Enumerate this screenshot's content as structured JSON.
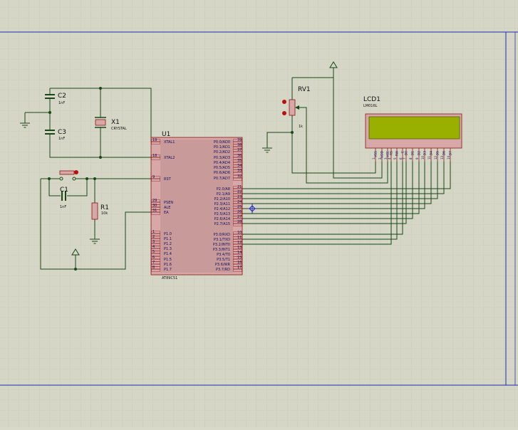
{
  "colors": {
    "background": "#d6d6c6",
    "grid": "#c3c3b0",
    "sheet_border": "#1f2bb0",
    "wire": "#184818",
    "component_body": "#d8a8a8",
    "component_outline": "#8a1515",
    "lcd_screen": "#9ab000",
    "pin_text": "#101060"
  },
  "components": {
    "c2": {
      "ref": "C2",
      "value": "1nF"
    },
    "c3": {
      "ref": "C3",
      "value": "1nF"
    },
    "x1": {
      "ref": "X1",
      "value": "CRYSTAL"
    },
    "c1": {
      "ref": "C1",
      "value": "1nF"
    },
    "r1": {
      "ref": "R1",
      "value": "10k"
    },
    "rv1": {
      "ref": "RV1",
      "value": "1k"
    },
    "lcd1": {
      "ref": "LCD1",
      "value": "LM016L"
    },
    "u1": {
      "ref": "U1",
      "value": "AT89C51"
    }
  },
  "u1_left_pins": [
    {
      "num": "19",
      "name": "XTAL1"
    },
    {
      "num": "18",
      "name": "XTAL2"
    },
    {
      "num": "9",
      "name": "RST"
    },
    {
      "num": "29",
      "name": "PSEN"
    },
    {
      "num": "30",
      "name": "ALE"
    },
    {
      "num": "31",
      "name": "EA"
    },
    {
      "num": "1",
      "name": "P1.0"
    },
    {
      "num": "2",
      "name": "P1.1"
    },
    {
      "num": "3",
      "name": "P1.2"
    },
    {
      "num": "4",
      "name": "P1.3"
    },
    {
      "num": "5",
      "name": "P1.4"
    },
    {
      "num": "6",
      "name": "P1.5"
    },
    {
      "num": "7",
      "name": "P1.6"
    },
    {
      "num": "8",
      "name": "P1.7"
    }
  ],
  "u1_right_pins": [
    {
      "num": "39",
      "name": "P0.0/AD0"
    },
    {
      "num": "38",
      "name": "P0.1/AD1"
    },
    {
      "num": "37",
      "name": "P0.2/AD2"
    },
    {
      "num": "36",
      "name": "P0.3/AD3"
    },
    {
      "num": "35",
      "name": "P0.4/AD4"
    },
    {
      "num": "34",
      "name": "P0.5/AD5"
    },
    {
      "num": "33",
      "name": "P0.6/AD6"
    },
    {
      "num": "32",
      "name": "P0.7/AD7"
    },
    {
      "num": "21",
      "name": "P2.0/A8"
    },
    {
      "num": "22",
      "name": "P2.1/A9"
    },
    {
      "num": "23",
      "name": "P2.2/A10"
    },
    {
      "num": "24",
      "name": "P2.3/A11"
    },
    {
      "num": "25",
      "name": "P2.4/A12"
    },
    {
      "num": "26",
      "name": "P2.5/A13"
    },
    {
      "num": "27",
      "name": "P2.6/A14"
    },
    {
      "num": "28",
      "name": "P2.7/A15"
    },
    {
      "num": "10",
      "name": "P3.0/RXD"
    },
    {
      "num": "11",
      "name": "P3.1/TXD"
    },
    {
      "num": "12",
      "name": "P3.2/INT0"
    },
    {
      "num": "13",
      "name": "P3.3/INT1"
    },
    {
      "num": "14",
      "name": "P3.4/T0"
    },
    {
      "num": "15",
      "name": "P3.5/T1"
    },
    {
      "num": "16",
      "name": "P3.6/WR"
    },
    {
      "num": "17",
      "name": "P3.7/RD"
    }
  ],
  "lcd_pins": [
    {
      "num": "1",
      "name": "VSS"
    },
    {
      "num": "2",
      "name": "VDD"
    },
    {
      "num": "3",
      "name": "VEE"
    },
    {
      "num": "4",
      "name": "RS"
    },
    {
      "num": "5",
      "name": "RW"
    },
    {
      "num": "6",
      "name": "E"
    },
    {
      "num": "7",
      "name": "D0"
    },
    {
      "num": "8",
      "name": "D1"
    },
    {
      "num": "9",
      "name": "D2"
    },
    {
      "num": "10",
      "name": "D3"
    },
    {
      "num": "11",
      "name": "D4"
    },
    {
      "num": "12",
      "name": "D5"
    },
    {
      "num": "13",
      "name": "D6"
    },
    {
      "num": "14",
      "name": "D7"
    }
  ]
}
